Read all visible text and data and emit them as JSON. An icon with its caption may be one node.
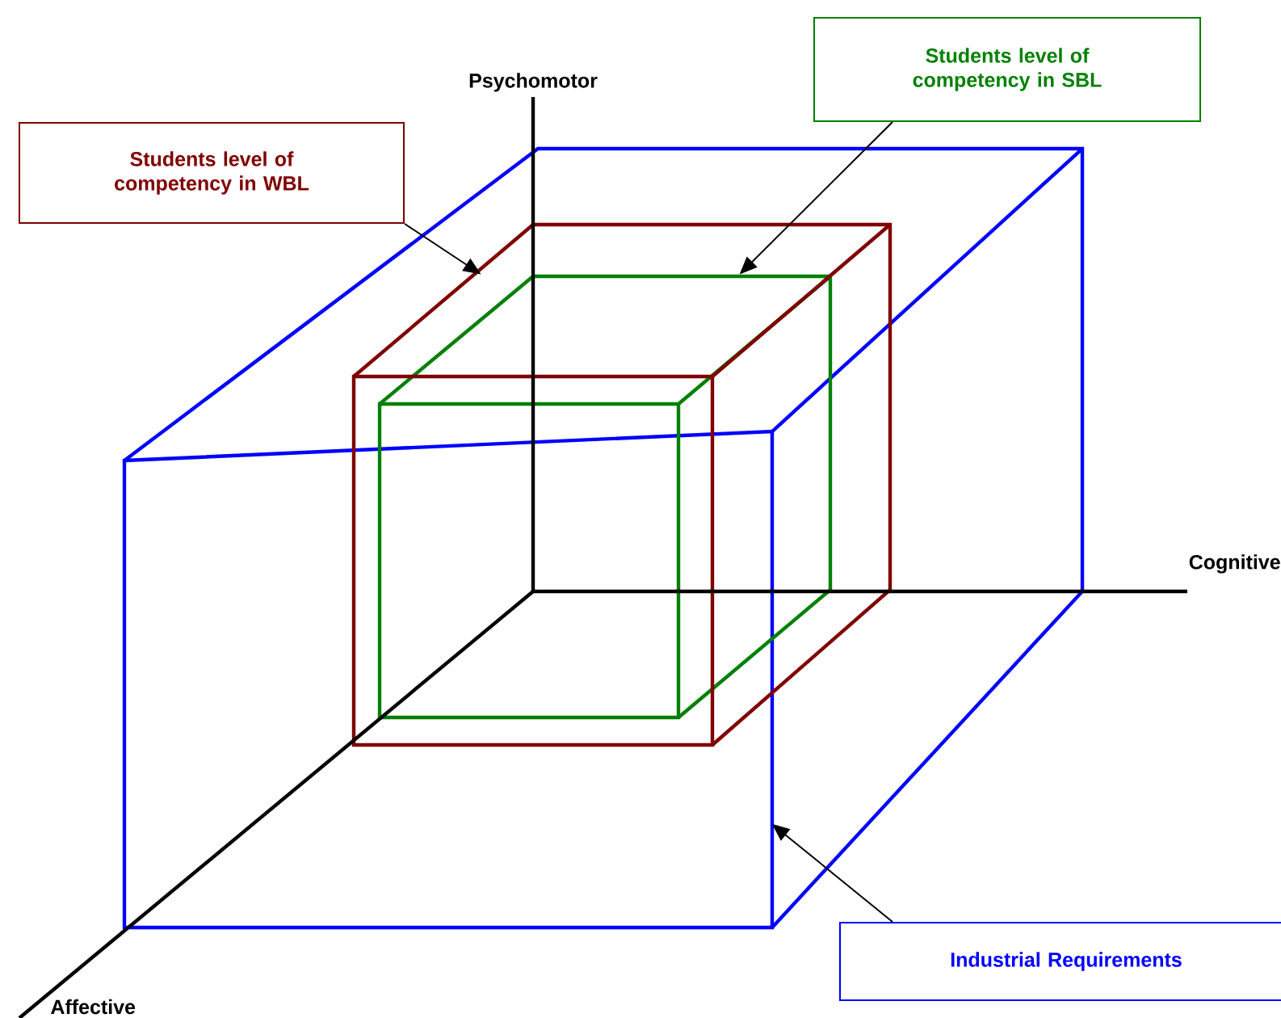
{
  "diagram": {
    "nodes": [
      {
        "text": [
          "Students level of competency in WBL"
        ]
      },
      {
        "text": [
          "Students level of competency in SBL"
        ]
      },
      {
        "text": [
          "Industrial Requirements"
        ]
      },
      {
        "text": [],
        "shape": "cube",
        "in": 5
      },
      {
        "text": [],
        "shape": "cube",
        "in": 3
      },
      {
        "text": [],
        "shape": "cube"
      }
    ],
    "edges": [
      {
        "from": 0,
        "to": 3,
        "arrow": "to"
      },
      {
        "from": 1,
        "to": 4,
        "arrow": "to"
      },
      {
        "from": 2,
        "to": 5,
        "arrow": "to"
      }
    ],
    "labels": [
      "Psychomotor",
      "Cognitive",
      "Affective"
    ]
  }
}
